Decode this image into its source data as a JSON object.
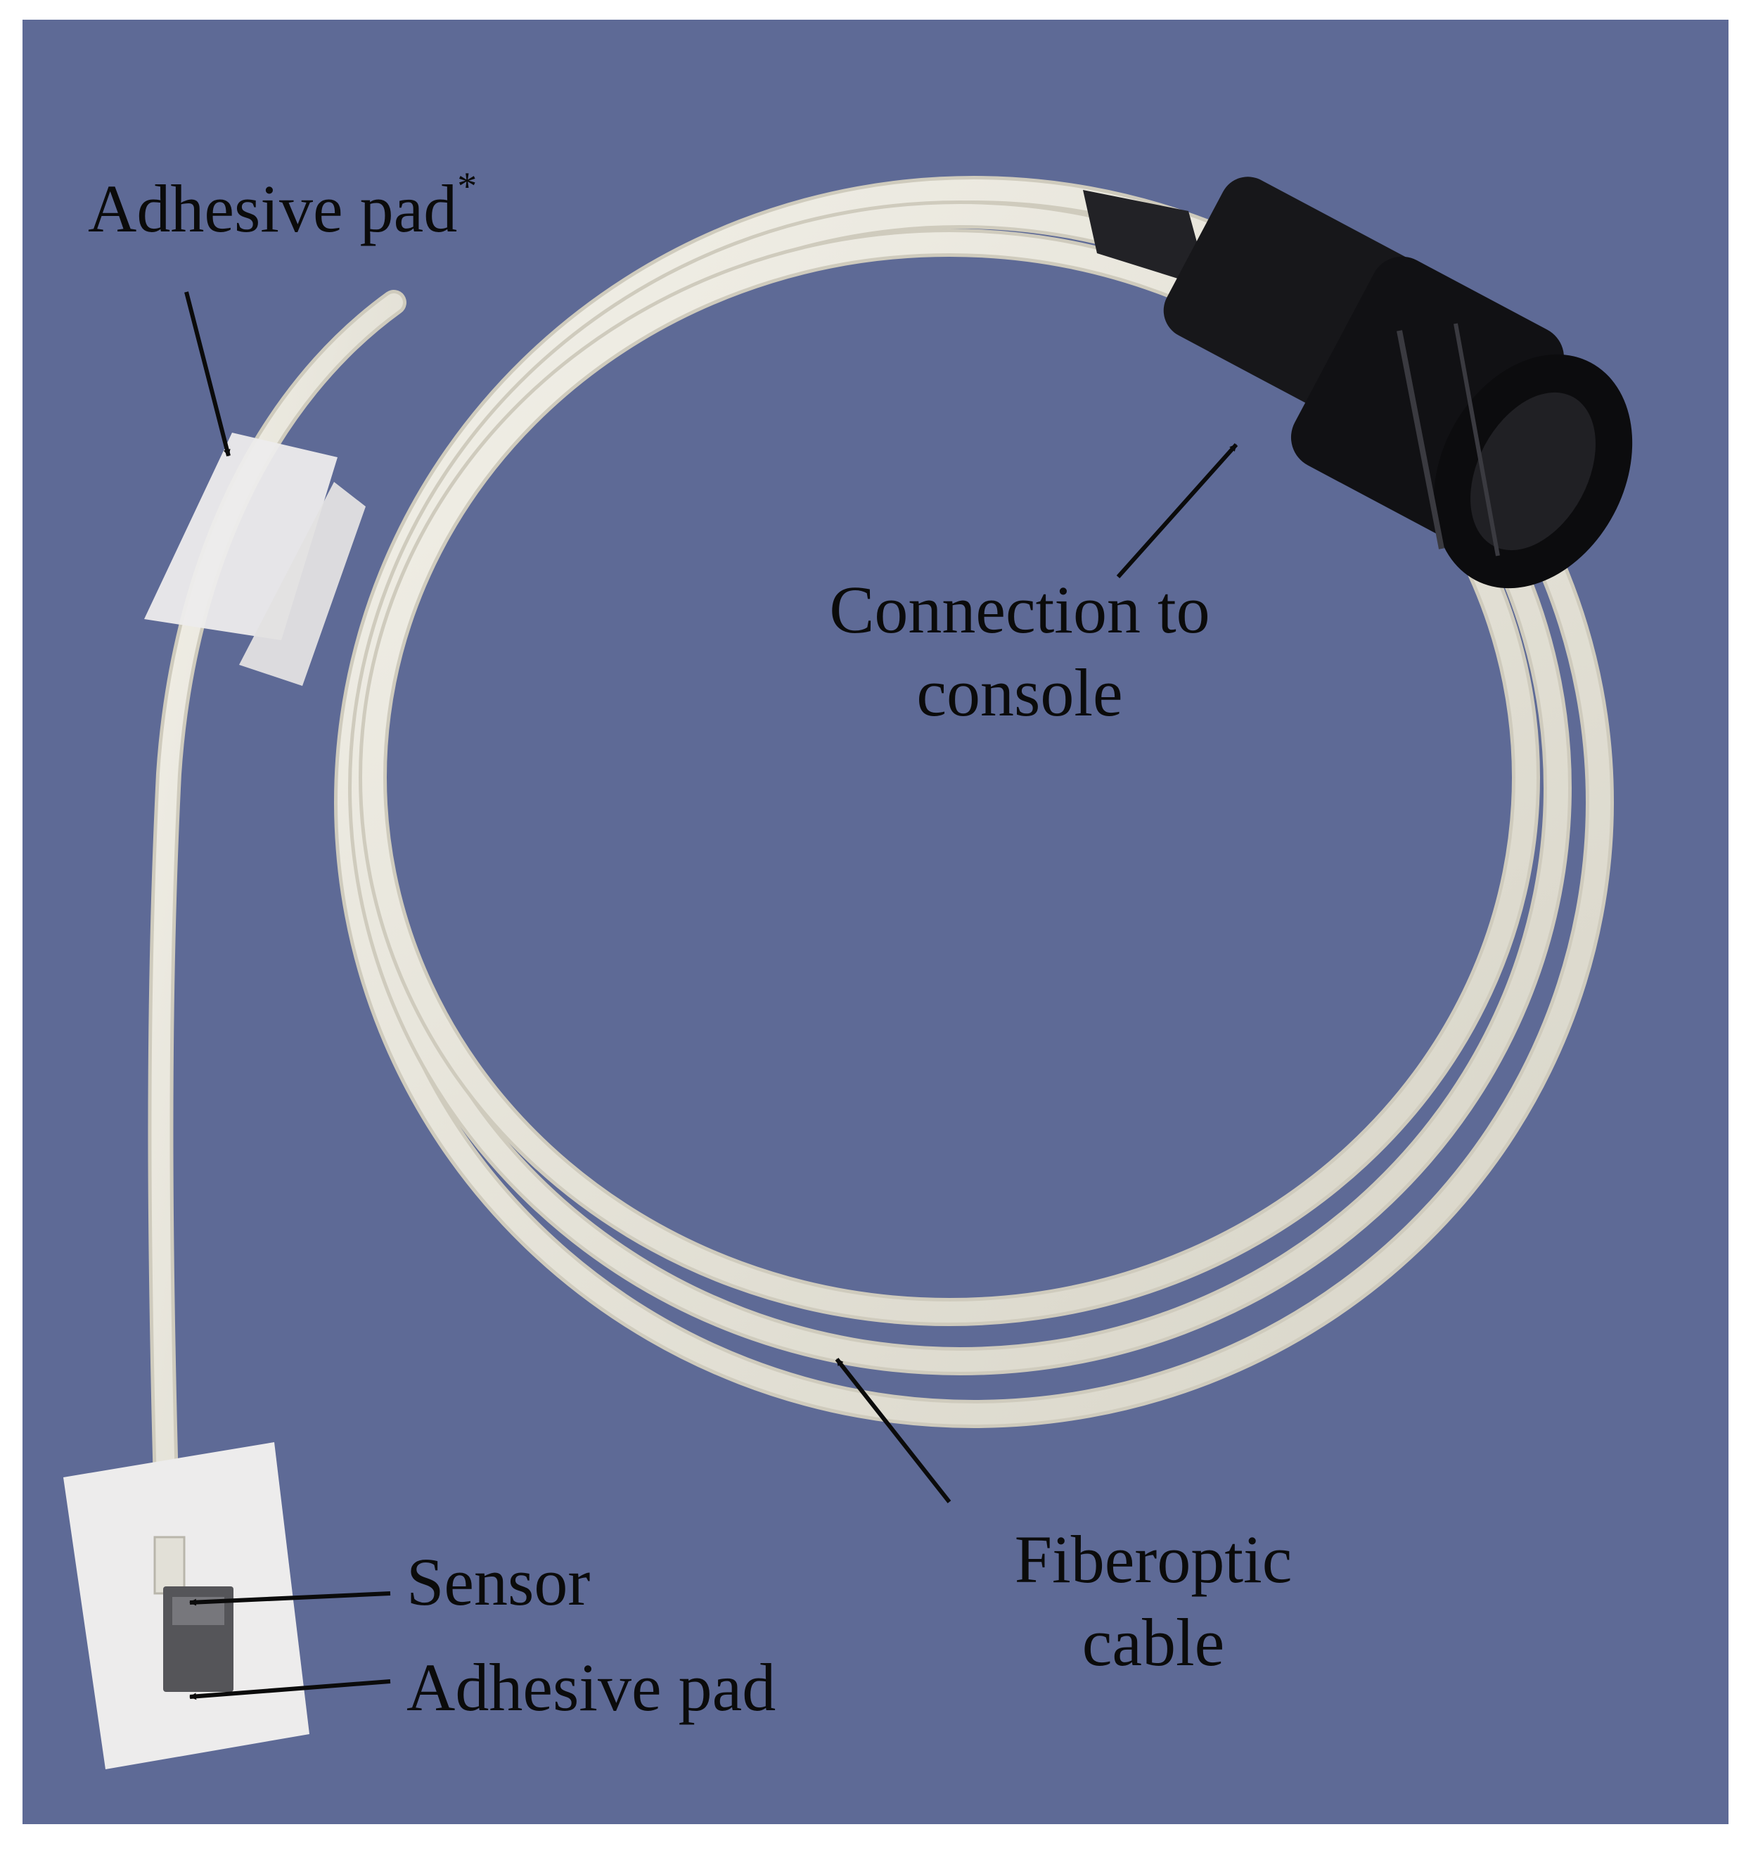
{
  "colors": {
    "background": "#5e6a96",
    "cable": "#e6e4d9",
    "pad": "#edecec",
    "connector": "#17171a",
    "text": "#0b0b0b"
  },
  "labels": {
    "adhesive_pad_top": {
      "text": "Adhesive pad",
      "superscript": "*"
    },
    "connection_line1": "Connection to",
    "connection_line2": "console",
    "fiberoptic_line1": "Fiberoptic",
    "fiberoptic_line2": "cable",
    "sensor": "Sensor",
    "adhesive_pad_bottom": "Adhesive pad"
  }
}
